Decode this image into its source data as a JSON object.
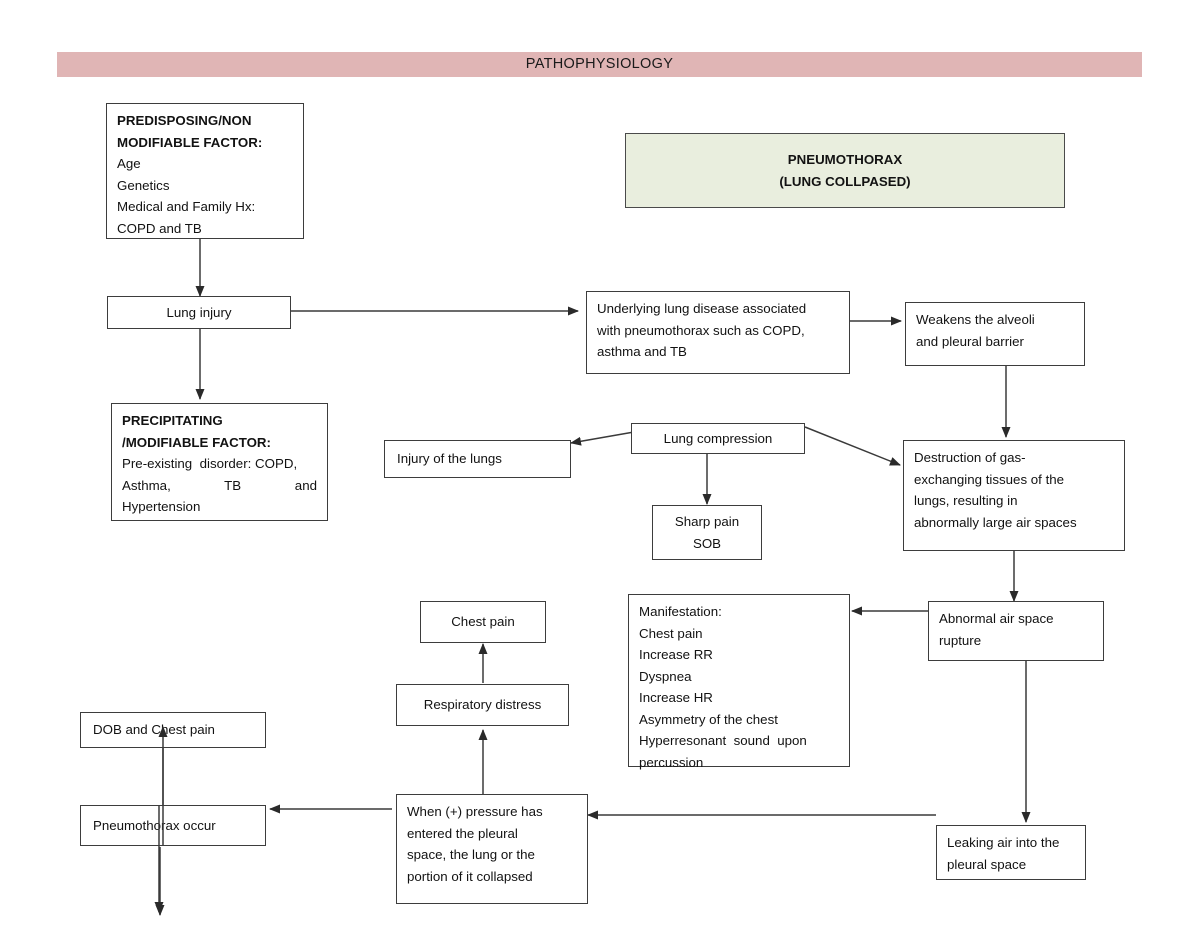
{
  "page": {
    "title": "PATHOPHYSIOLOGY",
    "banner_color": "#e0b5b5",
    "highlight_color": "#e9eede",
    "border_color": "#3d3d3d",
    "background": "#ffffff"
  },
  "nodes": {
    "predisposing": {
      "header_line1": "PREDISPOSING/NON",
      "header_line2": "MODIFIABLE FACTOR:",
      "line1": "Age",
      "line2": "Genetics",
      "line3": "Medical and Family Hx:",
      "line4": "COPD and TB"
    },
    "pneumothorax_title": {
      "line1": "PNEUMOTHORAX",
      "line2": "(LUNG COLLPASED)"
    },
    "lung_injury": {
      "label": "Lung injury"
    },
    "underlying_disease": {
      "line1": "Underlying lung disease associated",
      "line2": "with pneumothorax such as COPD,",
      "line3": "asthma and TB"
    },
    "weakens_alveoli": {
      "line1": "Weakens the alveoli",
      "line2": "and pleural barrier"
    },
    "precipitating": {
      "header_line1": "PRECIPITATING",
      "header_line2": "/MODIFIABLE FACTOR:",
      "line1": "Pre-existing  disorder: COPD,",
      "line2": "Asthma, TB and",
      "line3": "Hypertension"
    },
    "injury_of_lungs": {
      "label": "Injury of the lungs"
    },
    "lung_compression": {
      "label": "Lung compression"
    },
    "destruction": {
      "line1": "Destruction of gas-",
      "line2": "exchanging tissues of the",
      "line3": "lungs, resulting in",
      "line4": "abnormally large air spaces"
    },
    "sharp_pain": {
      "line1": "Sharp pain",
      "line2": "SOB"
    },
    "chest_pain": {
      "label": "Chest pain"
    },
    "manifestation": {
      "line1": "Manifestation:",
      "line2": "Chest pain",
      "line3": "Increase RR",
      "line4": "Dyspnea",
      "line5": "Increase HR",
      "line6": "Asymmetry of the chest",
      "line7": "Hyperresonant  sound  upon",
      "line8": "percussion"
    },
    "abnormal_rupture": {
      "line1": "Abnormal air space",
      "line2": "rupture"
    },
    "respiratory_distress": {
      "label": "Respiratory distress"
    },
    "dob_chest_pain": {
      "label": "DOB and Chest pain"
    },
    "pneumothorax_occur": {
      "label": "Pneumothorax occur"
    },
    "positive_pressure": {
      "line1": "When (+) pressure has",
      "line2": "entered the pleural",
      "line3": "space, the lung or the",
      "line4": "portion of it collapsed"
    },
    "leaking_air": {
      "line1": "Leaking air into the",
      "line2": "pleural space"
    }
  },
  "flow": {
    "edges": [
      "predisposing -> lung-injury",
      "lung-injury -> underlying-disease",
      "underlying-disease -> weakens-alveoli",
      "weakens-alveoli -> destruction",
      "lung-injury -> precipitating",
      "lung-compression -> injury-of-lungs",
      "lung-compression -> sharp-pain",
      "destruction -> lung-compression",
      "destruction -> abnormal-rupture",
      "abnormal-rupture -> manifestation",
      "abnormal-rupture -> leaking-air",
      "leaking-air -> positive-pressure",
      "positive-pressure -> pneumothorax-occur",
      "positive-pressure -> respiratory-distress",
      "respiratory-distress -> chest-pain",
      "pneumothorax-occur -> dob-chest-pain",
      "pneumothorax-occur -> downstream"
    ]
  }
}
